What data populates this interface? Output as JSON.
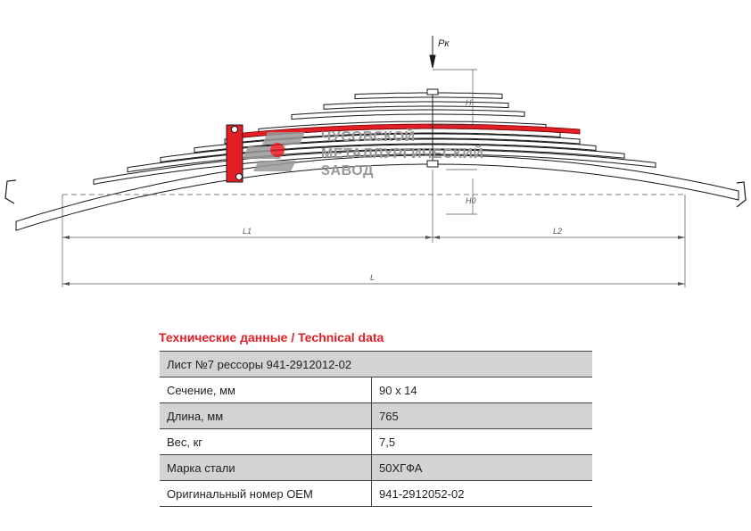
{
  "drawing": {
    "force_label": "Pк",
    "dim_labels": {
      "h": "H",
      "h0": "H0",
      "l1": "L1",
      "l2": "L2",
      "l": "L"
    },
    "logo": {
      "lines": [
        "ЧУСОВСКОЙ",
        "МЕТАЛЛУРГИЧЕСКИЙ",
        "ЗАВОД"
      ],
      "icon": "chmz-logo-icon"
    },
    "colors": {
      "highlight": "#e41e25",
      "lines": "#1a1a1a",
      "logo_grey": "#9a9a9a"
    }
  },
  "table": {
    "title": "Технические данные / Technical data",
    "header": "Лист №7 рессоры 941-2912012-02",
    "rows": [
      {
        "label": "Сечение, мм",
        "value": "90 х 14"
      },
      {
        "label": "Длина, мм",
        "value": "765"
      },
      {
        "label": "Вес, кг",
        "value": "7,5"
      },
      {
        "label": "Марка стали",
        "value": "50ХГФА"
      },
      {
        "label": "Оригинальный номер ОЕМ",
        "value": "941-2912052-02"
      }
    ]
  }
}
